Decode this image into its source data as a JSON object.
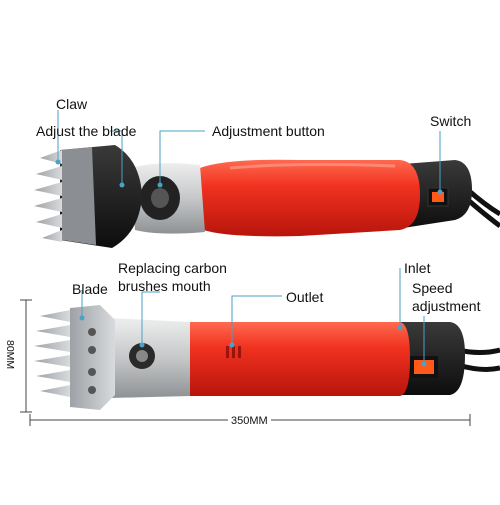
{
  "top_clipper": {
    "labels": {
      "claw": "Claw",
      "adjust_blade": "Adjust the blade",
      "adjustment_button": "Adjustment button",
      "switch": "Switch"
    }
  },
  "bottom_clipper": {
    "labels": {
      "blade": "Blade",
      "replacing_carbon_line1": "Replacing carbon",
      "replacing_carbon_line2": "brushes mouth",
      "outlet": "Outlet",
      "inlet": "Inlet",
      "speed_line1": "Speed",
      "speed_line2": "adjustment"
    }
  },
  "dimensions": {
    "height": "80MM",
    "length": "350MM"
  },
  "colors": {
    "body_red": "#f0311f",
    "body_red_dark": "#c41a10",
    "head_silver": "#c9cbcc",
    "grip_black": "#1b1b1b",
    "blade_steel": "#b5b8bb",
    "callout_line": "#4aa3c5",
    "switch_orange": "#ff5a1a"
  }
}
